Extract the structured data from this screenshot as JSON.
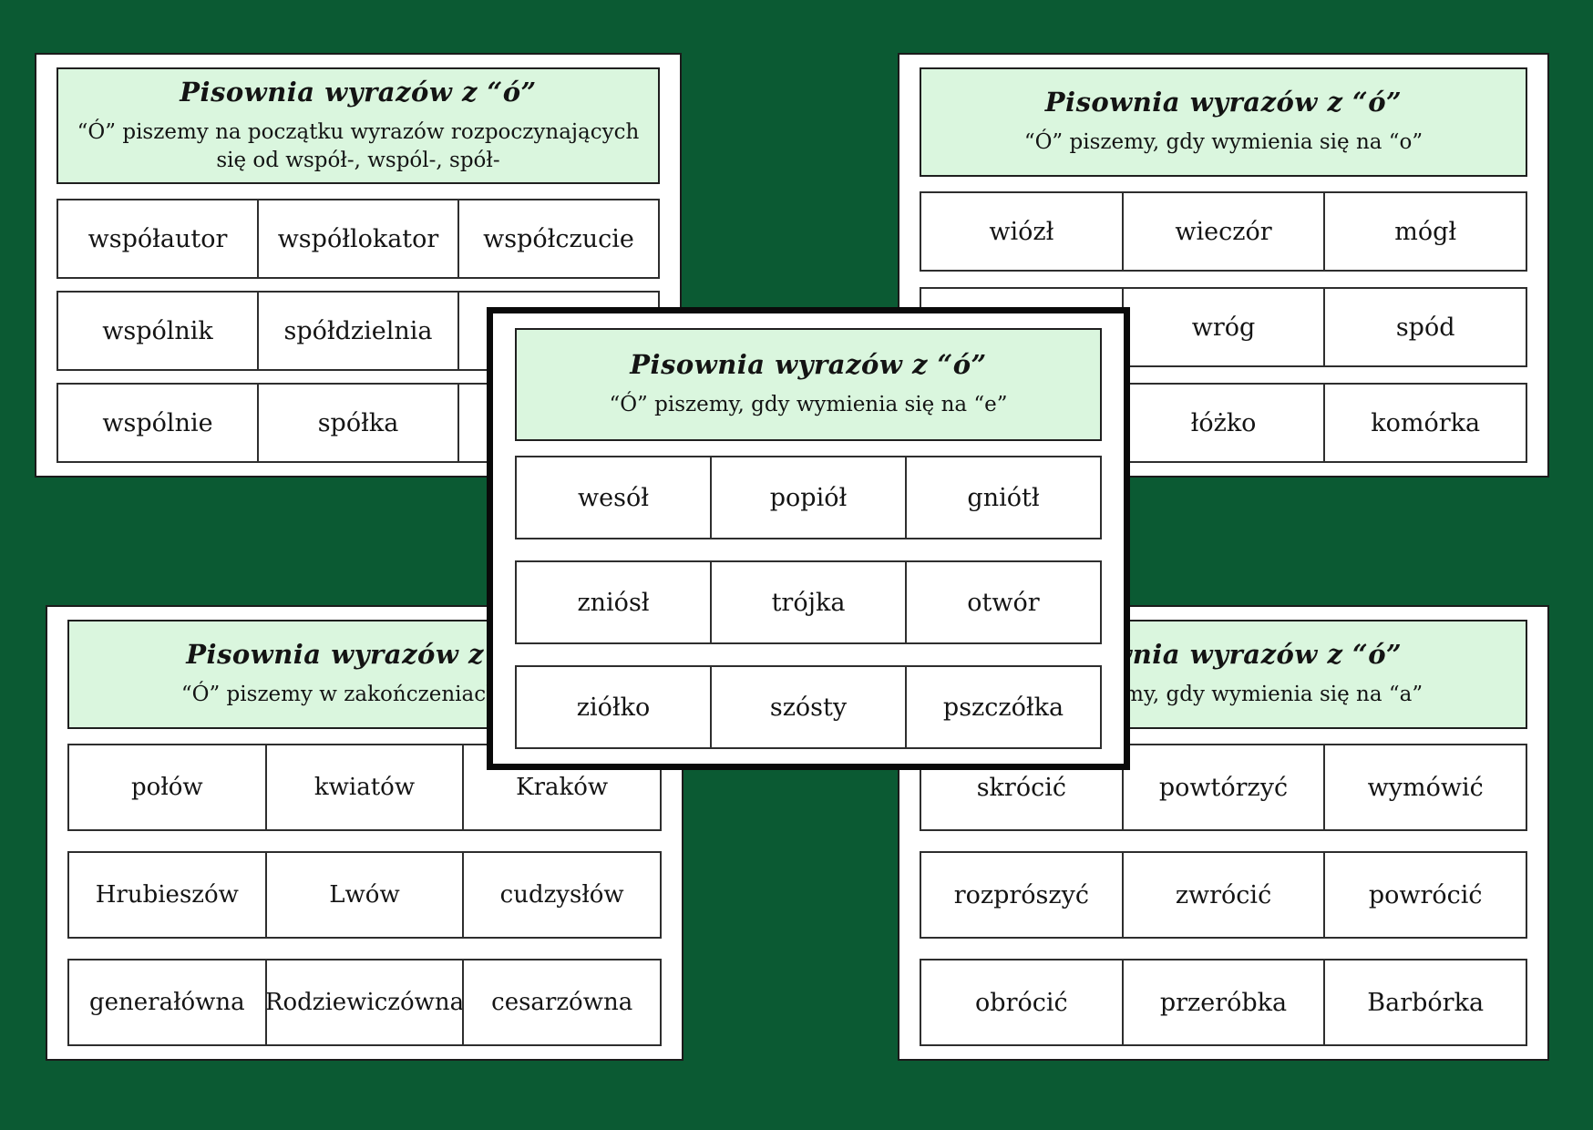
{
  "colors": {
    "background": "#0b5a33",
    "card_bg": "#ffffff",
    "header_bg": "#daf6de",
    "border": "#1b1b1b",
    "text": "#141414"
  },
  "cards": {
    "wspol": {
      "title": "Pisownia wyrazów z “ó”",
      "subtitle": "“Ó” piszemy na początku wyrazów rozpoczynających się od współ-, wspól-, spół-",
      "rows": [
        [
          "współautor",
          "współlokator",
          "współczucie"
        ],
        [
          "wspólnik",
          "spółdzielnia",
          ""
        ],
        [
          "wspólnie",
          "spółka",
          ""
        ]
      ]
    },
    "o": {
      "title": "Pisownia wyrazów z “ó”",
      "subtitle": "“Ó” piszemy, gdy wymienia się na “o”",
      "rows": [
        [
          "wiózł",
          "wieczór",
          "mógł"
        ],
        [
          "",
          "wróg",
          "spód"
        ],
        [
          "",
          "łóżko",
          "komórka"
        ]
      ]
    },
    "e": {
      "title": "Pisownia wyrazów z “ó”",
      "subtitle": "“Ó” piszemy, gdy wymienia się na “e”",
      "rows": [
        [
          "wesół",
          "popiół",
          "gniótł"
        ],
        [
          "zniósł",
          "trójka",
          "otwór"
        ],
        [
          "ziółko",
          "szósty",
          "pszczółka"
        ]
      ]
    },
    "ow": {
      "title": "Pisownia wyrazów z “ó”",
      "subtitle": "“Ó” piszemy w zakończeniach -ów,",
      "rows": [
        [
          "połów",
          "kwiatów",
          "Kraków"
        ],
        [
          "Hrubieszów",
          "Lwów",
          "cudzysłów"
        ],
        [
          "generałówna",
          "Rodziewiczówna",
          "cesarzówna"
        ]
      ]
    },
    "a": {
      "title": "Pisownia wyrazów z “ó”",
      "subtitle": "“Ó” piszemy, gdy wymienia się na “a”",
      "rows": [
        [
          "skrócić",
          "powtórzyć",
          "wymówić"
        ],
        [
          "rozprószyć",
          "zwrócić",
          "powrócić"
        ],
        [
          "obrócić",
          "przeróbka",
          "Barbórka"
        ]
      ]
    }
  }
}
